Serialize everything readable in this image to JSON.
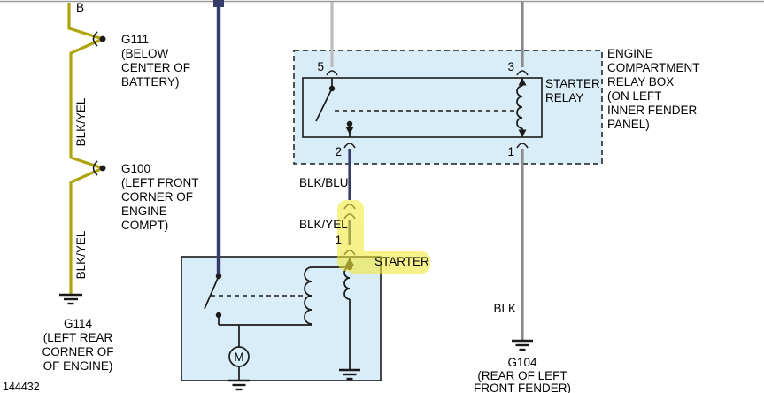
{
  "figure_number": "144432",
  "colors": {
    "wire_blk_yel": "#b0a40e",
    "wire_navy": "#343c6b",
    "wire_gray_light": "#bcbcbc",
    "wire_gray": "#8a8a8a",
    "box_fill": "#d9edf8",
    "highlight_yellow": "#f2e93c"
  },
  "top_labels": {
    "b": "B"
  },
  "left_circuit": {
    "wire_upper": "BLK/YEL",
    "wire_lower": "BLK/YEL",
    "g111": {
      "id": "G111",
      "desc": [
        "(BELOW",
        "CENTER OF",
        "BATTERY)"
      ]
    },
    "g100": {
      "id": "G100",
      "desc": [
        "(LEFT FRONT",
        "CORNER OF",
        "ENGINE",
        "COMPT)"
      ]
    },
    "g114": {
      "id": "G114",
      "desc": [
        "(LEFT REAR",
        "CORNER OF",
        "OF ENGINE)"
      ]
    }
  },
  "relay_box": {
    "label": [
      "ENGINE",
      "COMPARTMENT",
      "RELAY BOX",
      "(ON LEFT",
      "INNER FENDER",
      "PANEL)"
    ],
    "relay_name": [
      "STARTER",
      "RELAY"
    ],
    "pin5": "5",
    "pin3": "3",
    "pin2": "2",
    "pin1": "1"
  },
  "starter_circuit": {
    "wire_upper": "BLK/BLU",
    "wire_lower": "BLK/YEL",
    "pin": "1",
    "label": "STARTER",
    "motor": "M"
  },
  "right_circuit": {
    "wire": "BLK",
    "g104": {
      "id": "G104",
      "desc": [
        "(REAR OF LEFT",
        "FRONT FENDER)"
      ]
    }
  }
}
